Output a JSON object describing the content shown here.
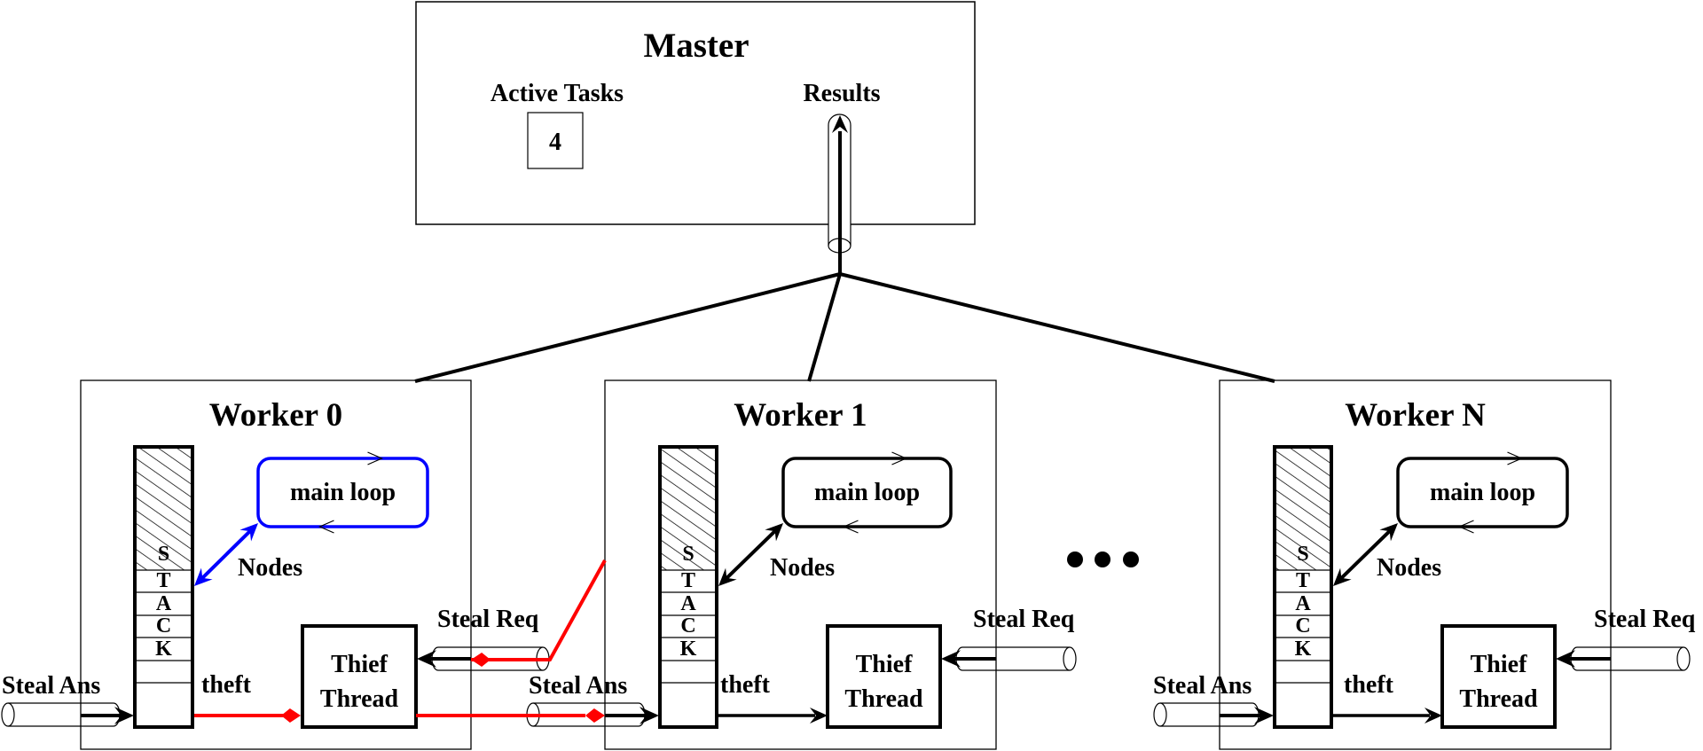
{
  "master": {
    "title": "Master",
    "active_tasks_label": "Active Tasks",
    "active_tasks_value": "4",
    "results_label": "Results"
  },
  "workers": [
    {
      "title": "Worker 0",
      "stack_letters": [
        "S",
        "T",
        "A",
        "C",
        "K"
      ],
      "main_loop_label": "main loop",
      "nodes_label": "Nodes",
      "theft_label": "theft",
      "thief_label_line1": "Thief",
      "thief_label_line2": "Thread",
      "steal_req_label": "Steal Req",
      "steal_ans_label": "Steal Ans",
      "highlight": "blue"
    },
    {
      "title": "Worker 1",
      "stack_letters": [
        "S",
        "T",
        "A",
        "C",
        "K"
      ],
      "main_loop_label": "main loop",
      "nodes_label": "Nodes",
      "theft_label": "theft",
      "thief_label_line1": "Thief",
      "thief_label_line2": "Thread",
      "steal_req_label": "Steal Req",
      "steal_ans_label": "Steal Ans",
      "highlight": "none"
    },
    {
      "title": "Worker N",
      "stack_letters": [
        "S",
        "T",
        "A",
        "C",
        "K"
      ],
      "main_loop_label": "main loop",
      "nodes_label": "Nodes",
      "theft_label": "theft",
      "thief_label_line1": "Thief",
      "thief_label_line2": "Thread",
      "steal_req_label": "Steal Req",
      "steal_ans_label": "Steal Ans",
      "highlight": "none"
    }
  ],
  "ellipsis": "...",
  "colors": {
    "ink": "#000000",
    "active_value": "#ff0000",
    "worker0_loop": "#0000ff",
    "steal_path": "#ff0000"
  }
}
